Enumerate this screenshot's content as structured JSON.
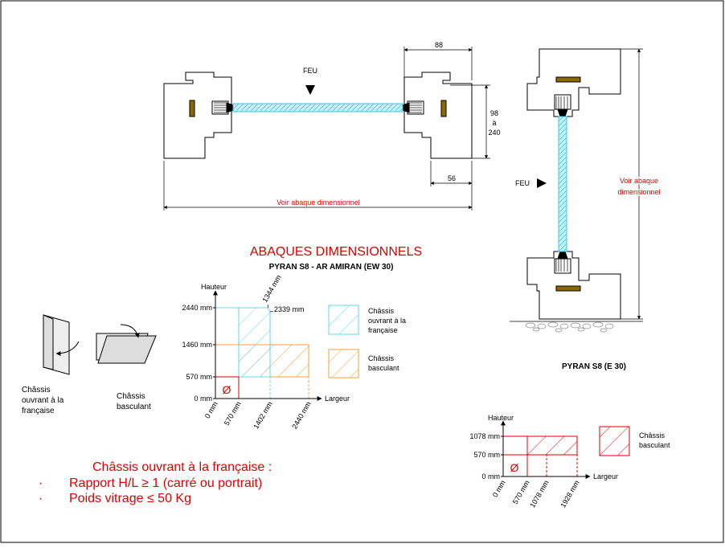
{
  "top_drawing": {
    "fire_label": "FEU",
    "dim_top": "88",
    "dim_side_a": "98",
    "dim_side_b": "à",
    "dim_side_c": "240",
    "dim_bottom": "56",
    "abaque_note": "Voir abaque dimensionnel"
  },
  "section_drawing": {
    "fire_label": "FEU",
    "abaque_note_a": "Voir abaque",
    "abaque_note_b": "dimensionnel",
    "caption": "PYRAN S8 (E 30)"
  },
  "abaques": {
    "title": "ABAQUES DIMENSIONNELS",
    "subtitle": "PYRAN S8 - AR AMIRAN  (EW 30)"
  },
  "icons": {
    "ouvrant_a": "Châssis",
    "ouvrant_b": "ouvrant à la",
    "ouvrant_c": "française",
    "basculant_a": "Châssis",
    "basculant_b": "basculant"
  },
  "chart1": {
    "y_axis_label": "Hauteur",
    "x_axis_label": "Largeur",
    "y_ticks": [
      "2440 mm",
      "1460 mm",
      "570 mm",
      "0 mm"
    ],
    "x_ticks": [
      "0 mm",
      "570 mm",
      "1402 mm",
      "2440 mm"
    ],
    "note_1344": "1344 mm",
    "note_2339": "2339 mm",
    "min_symbol": "Ø",
    "legend": [
      {
        "a": "Châssis",
        "b": "ouvrant à la",
        "c": "française",
        "color": "#5fd8e8"
      },
      {
        "a": "Châssis",
        "b": "basculant",
        "c": "",
        "color": "#f0a030"
      }
    ]
  },
  "chart2": {
    "y_axis_label": "Hauteur",
    "x_axis_label": "Largeur",
    "y_ticks": [
      "1078 mm",
      "570 mm",
      "0 mm"
    ],
    "x_ticks": [
      "0 mm",
      "570 mm",
      "1078 mm",
      "1928 mm"
    ],
    "min_symbol": "Ø",
    "legend": [
      {
        "a": "Châssis",
        "b": "basculant",
        "color": "#e00000"
      }
    ]
  },
  "notes": {
    "heading": "Châssis ouvrant à la française :",
    "bullet_char": "·",
    "items": [
      "Rapport H/L ≥ 1 (carré ou portrait)",
      "Poids vitrage ≤ 50 Kg"
    ]
  },
  "chart_data": [
    {
      "type": "area",
      "title": "",
      "xlabel": "Largeur",
      "ylabel": "Hauteur",
      "units": "mm",
      "series": [
        {
          "name": "Châssis ouvrant à la française",
          "x_range": [
            570,
            1402
          ],
          "y_range": [
            570,
            2440
          ],
          "points": [
            [
              570,
              570
            ],
            [
              570,
              2440
            ],
            [
              1344,
              2440
            ],
            [
              1402,
              2339
            ],
            [
              1402,
              570
            ]
          ]
        },
        {
          "name": "Châssis basculant",
          "x_range": [
            570,
            2440
          ],
          "y_range": [
            570,
            1460
          ]
        }
      ],
      "x_ticks": [
        0,
        570,
        1402,
        2440
      ],
      "y_ticks": [
        0,
        570,
        1460,
        2440
      ]
    },
    {
      "type": "area",
      "title": "",
      "xlabel": "Largeur",
      "ylabel": "Hauteur",
      "units": "mm",
      "series": [
        {
          "name": "Châssis basculant",
          "x_range": [
            570,
            1928
          ],
          "y_range": [
            570,
            1078
          ]
        }
      ],
      "x_ticks": [
        0,
        570,
        1078,
        1928
      ],
      "y_ticks": [
        0,
        570,
        1078
      ]
    }
  ]
}
